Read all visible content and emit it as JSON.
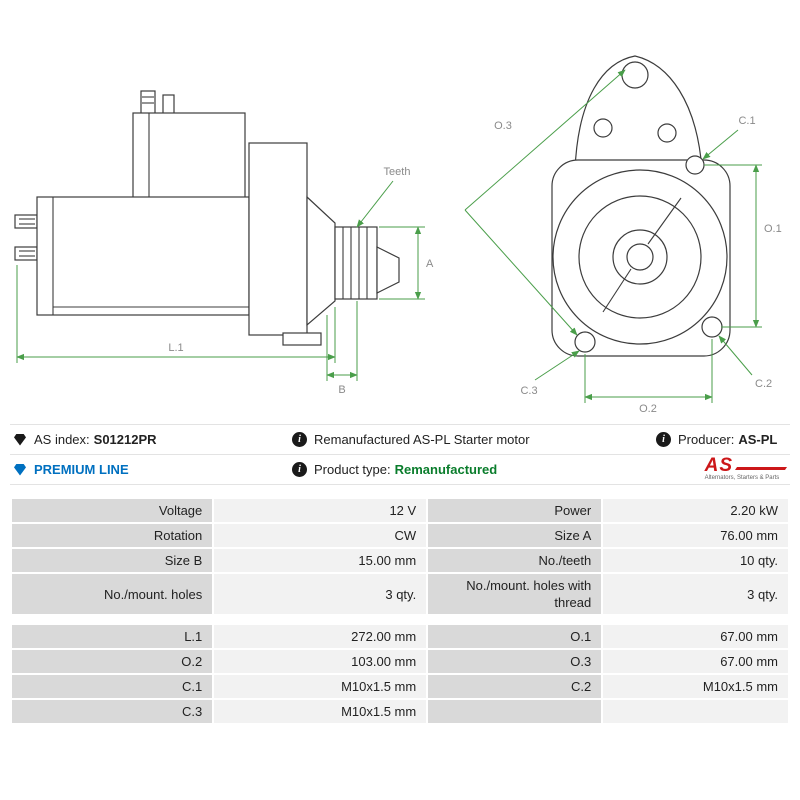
{
  "info_bar": {
    "as_index_label": "AS index:",
    "as_index_value": "S01212PR",
    "description": "Remanufactured AS-PL Starter motor",
    "producer_label": "Producer:",
    "producer_value": "AS-PL",
    "premium_line": "PREMIUM LINE",
    "product_type_label": "Product type:",
    "product_type_value": "Remanufactured"
  },
  "logo": {
    "name": "AS",
    "tagline": "Alternators, Starters & Parts"
  },
  "drawing": {
    "side_view": {
      "teeth": "Teeth",
      "a": "A",
      "l1": "L.1",
      "b": "B"
    },
    "front_view": {
      "o3": "O.3",
      "c1": "C.1",
      "o1": "O.1",
      "c2": "C.2",
      "c3": "C.3",
      "o2": "O.2"
    }
  },
  "spec_table": {
    "groups": [
      {
        "rows": [
          {
            "label1": "Voltage",
            "value1": "12 V",
            "label2": "Power",
            "value2": "2.20 kW"
          },
          {
            "label1": "Rotation",
            "value1": "CW",
            "label2": "Size A",
            "value2": "76.00 mm"
          },
          {
            "label1": "Size B",
            "value1": "15.00 mm",
            "label2": "No./teeth",
            "value2": "10 qty."
          },
          {
            "label1": "No./mount. holes",
            "value1": "3 qty.",
            "label2": "No./mount. holes with thread",
            "value2": "3 qty."
          }
        ]
      },
      {
        "rows": [
          {
            "label1": "L.1",
            "value1": "272.00 mm",
            "label2": "O.1",
            "value2": "67.00 mm"
          },
          {
            "label1": "O.2",
            "value1": "103.00 mm",
            "label2": "O.3",
            "value2": "67.00 mm"
          },
          {
            "label1": "C.1",
            "value1": "M10x1.5 mm",
            "label2": "C.2",
            "value2": "M10x1.5 mm"
          },
          {
            "label1": "C.3",
            "value1": "M10x1.5 mm",
            "label2": "",
            "value2": ""
          }
        ]
      }
    ]
  },
  "colors": {
    "premium_blue": "#0070c0",
    "type_green": "#0a7d2c",
    "logo_red": "#cc1719",
    "dimension_line": "#4a9e4a",
    "drawing_line": "#3c3c3c",
    "label_cell_bg": "#d9d9d9",
    "value_cell_bg": "#f2f2f2"
  }
}
